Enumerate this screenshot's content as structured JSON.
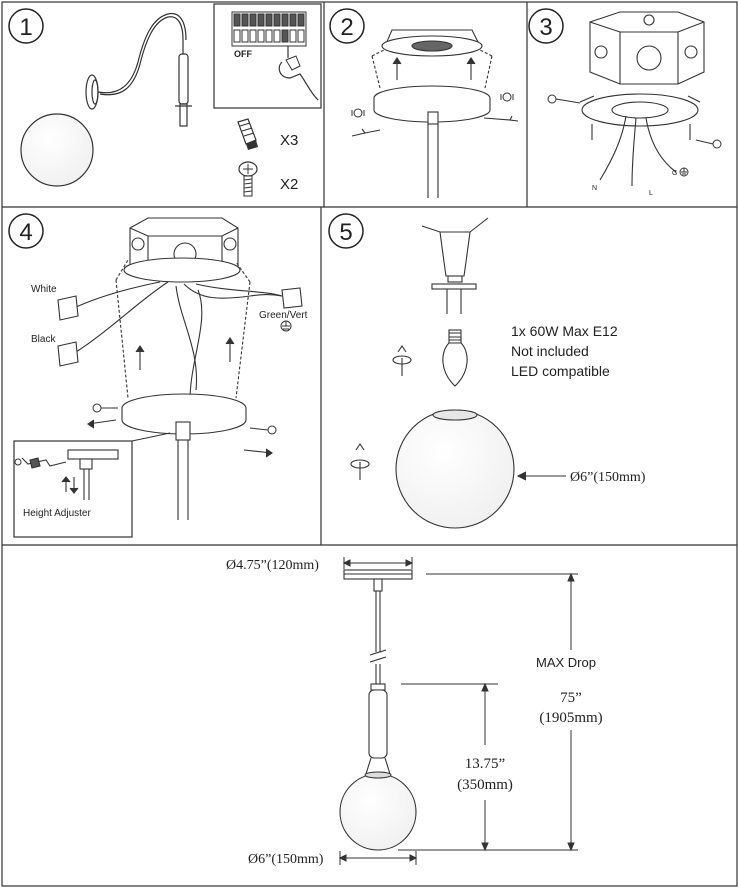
{
  "steps": [
    "1",
    "2",
    "3",
    "4",
    "5"
  ],
  "step1": {
    "off_label": "OFF",
    "wire_nut_count": "X3",
    "screw_count": "X2"
  },
  "step3": {
    "neutral_label": "N",
    "live_label": "L",
    "ground_label": "G"
  },
  "step4": {
    "white_label": "White",
    "black_label": "Black",
    "ground_label": "Green/Vert",
    "height_adjuster_label": "Height Adjuster"
  },
  "step5": {
    "bulb_line1": "1x 60W Max E12",
    "bulb_line2": "Not included",
    "bulb_line3": "LED compatible",
    "globe_diameter": "Ø6”(150mm)"
  },
  "dimensions": {
    "canopy_diameter": "Ø4.75”(120mm)",
    "max_drop_label": "MAX Drop",
    "max_drop_in": "75”",
    "max_drop_mm": "(1905mm)",
    "fixture_height_in": "13.75”",
    "fixture_height_mm": "(350mm)",
    "globe_diameter": "Ø6”(150mm)"
  }
}
